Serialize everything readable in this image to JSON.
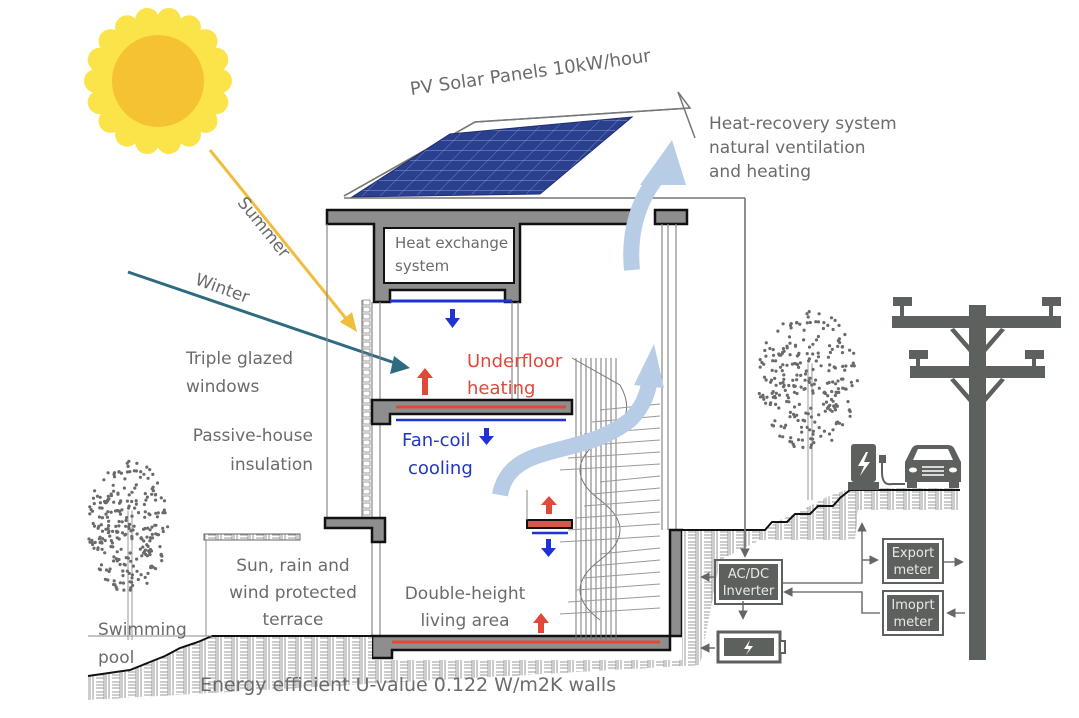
{
  "title": "Passive house energy systems cross-section",
  "labels": {
    "pv_panels": "PV Solar Panels 10kW/hour",
    "heat_recovery": [
      "Heat-recovery system",
      "natural ventilation",
      "and heating"
    ],
    "summer": "Summer",
    "winter": "Winter",
    "heat_exchange": [
      "Heat exchange",
      "system"
    ],
    "underfloor": [
      "Underfloor",
      "heating"
    ],
    "triple_glazed": [
      "Triple glazed",
      "windows"
    ],
    "passive_house": [
      "Passive-house",
      "insulation"
    ],
    "fan_coil": [
      "Fan-coil",
      "cooling"
    ],
    "terrace": [
      "Sun, rain and",
      "wind protected",
      "terrace"
    ],
    "double_height": [
      "Double-height",
      "living area"
    ],
    "swimming_pool": [
      "Swimming",
      "pool"
    ],
    "u_value": "Energy efficient U-value 0.122 W/m2K walls"
  },
  "equipment": {
    "inverter": [
      "AC/DC",
      "Inverter"
    ],
    "export_meter": [
      "Export",
      "meter"
    ],
    "import_meter": [
      "Imoprt",
      "meter"
    ]
  },
  "icons": [
    "sun-icon",
    "solar-panel-icon",
    "battery-icon",
    "ev-charger-icon",
    "car-icon",
    "utility-pole-icon",
    "tree-icon"
  ],
  "colors": {
    "sun_outer": "#fbe44a",
    "sun_inner": "#f5c234",
    "summer_ray": "#f0bd3c",
    "winter_ray": "#2e6b80",
    "heating_red": "#e0493a",
    "cooling_blue": "#1f33d0",
    "airflow": "#b7cde6",
    "structure": "#8e8e8e",
    "equipment": "#5d615e",
    "label_gray": "#6b6b6b"
  }
}
